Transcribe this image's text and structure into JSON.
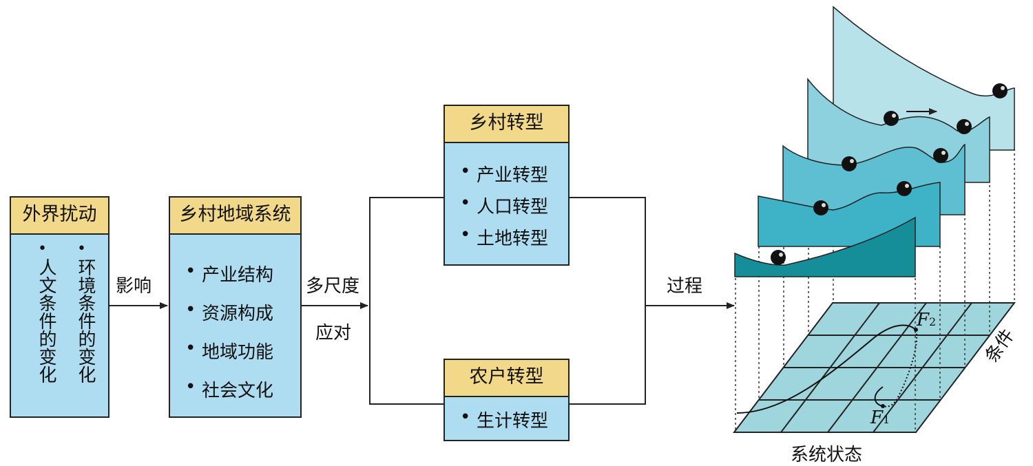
{
  "external": {
    "title": "外界扰动",
    "col1": "人文条件的变化",
    "col2": "环境条件的变化"
  },
  "system": {
    "title": "乡村地域系统",
    "items": [
      "产业结构",
      "资源构成",
      "地域功能",
      "社会文化"
    ]
  },
  "arrow_labels": {
    "influence": "影响",
    "multi_scale": "多尺度",
    "response": "应对",
    "process": "过程"
  },
  "rural_transition": {
    "title": "乡村转型",
    "items": [
      "产业转型",
      "人口转型",
      "土地转型"
    ]
  },
  "household_transition": {
    "title": "农户转型",
    "items": [
      "生计转型"
    ]
  },
  "landscape": {
    "axis_state": "系统状态",
    "axis_condition": "条件",
    "f1_letter": "F",
    "f1_sub": "1",
    "f2_letter": "F",
    "f2_sub": "2"
  },
  "colors": {
    "box_fill": "#aedcf0",
    "header_fill": "#f2d98a",
    "plane_fill": "#9fd6dd",
    "surface_shades": [
      "#b8e2ea",
      "#8dd0de",
      "#5fbfd2",
      "#3eb2c6",
      "#168e99"
    ]
  }
}
